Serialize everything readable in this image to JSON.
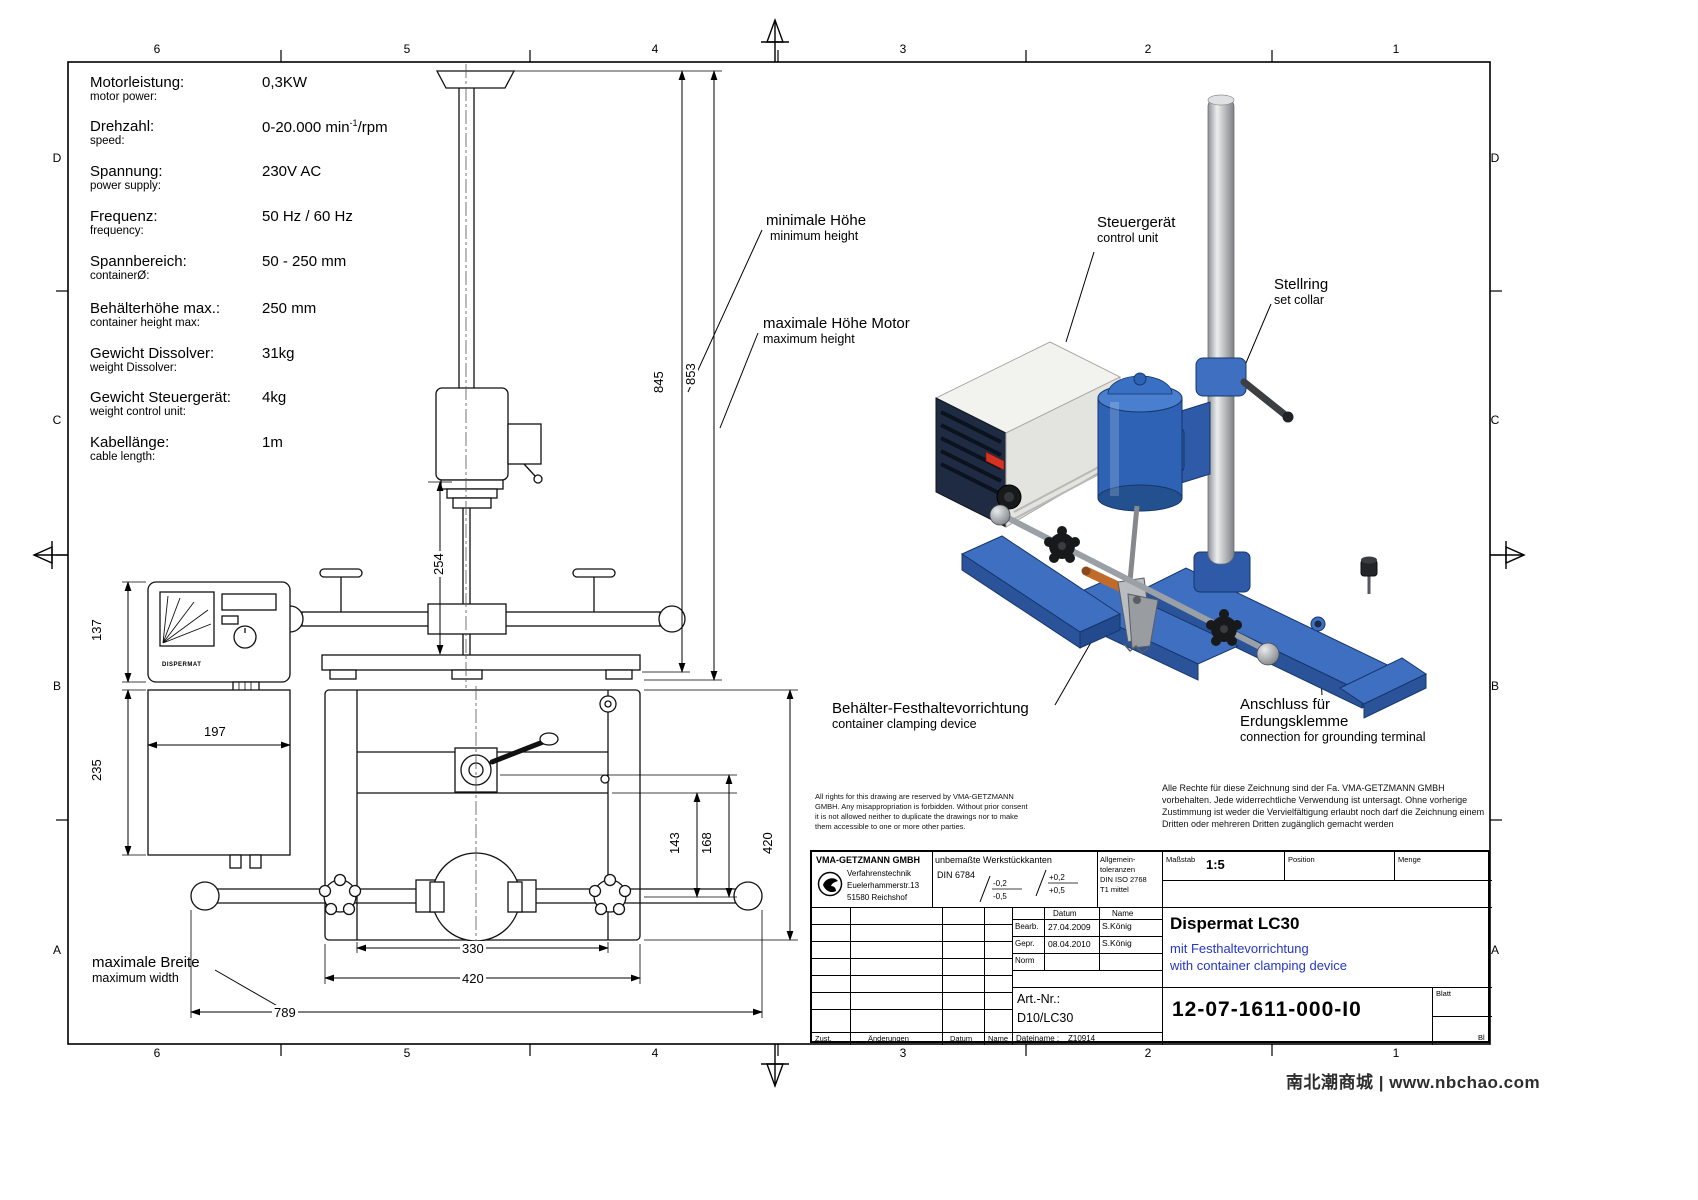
{
  "grid": {
    "cols": [
      "6",
      "5",
      "4",
      "3",
      "2",
      "1"
    ],
    "rows": [
      "D",
      "C",
      "B",
      "A"
    ]
  },
  "specs": {
    "rows": [
      {
        "de": "Motorleistung:",
        "en": "motor power:",
        "value": "0,3KW"
      },
      {
        "de": "Drehzahl:",
        "en": "speed:",
        "value": "0-20.000 min",
        "sup": "-1",
        "suffix": "/rpm"
      },
      {
        "de": "Spannung:",
        "en": "power supply:",
        "value": "230V AC"
      },
      {
        "de": "Frequenz:",
        "en": "frequency:",
        "value": "50 Hz / 60 Hz"
      },
      {
        "de": "Spannbereich:",
        "en": "containerØ:",
        "value": "50 - 250 mm"
      },
      {
        "de": "Behälterhöhe max.:",
        "en": "container height max:",
        "value": "250 mm"
      },
      {
        "de": "Gewicht Dissolver:",
        "en": "weight Dissolver:",
        "value": "31kg"
      },
      {
        "de": "Gewicht Steuergerät:",
        "en": "weight control unit:",
        "value": "4kg"
      },
      {
        "de": "Kabellänge:",
        "en": "cable length:",
        "value": "1m"
      }
    ]
  },
  "callouts": {
    "min_height_de": "minimale Höhe",
    "min_height_en": "minimum height",
    "max_height_de": "maximale Höhe Motor",
    "max_height_en": "maximum height",
    "control_unit_de": "Steuergerät",
    "control_unit_en": "control unit",
    "set_collar_de": "Stellring",
    "set_collar_en": "set collar",
    "clamp_de": "Behälter-Festhaltevorrichtung",
    "clamp_en": "container clamping device",
    "ground_de1": "Anschluss für",
    "ground_de2": "Erdungsklemme",
    "ground_en": "connection for grounding terminal",
    "max_width_de": "maximale Breite",
    "max_width_en": "maximum width"
  },
  "dims": {
    "h845": "845",
    "h853": "853",
    "v254": "254",
    "v137": "137",
    "v235": "235",
    "w197": "197",
    "v143": "143",
    "v168": "168",
    "v420": "420",
    "w330": "330",
    "w420": "420",
    "w789": "789"
  },
  "device_label": "DISPERMAT",
  "legal": {
    "en": "All rights for this drawing are reserved by VMA-GETZMANN GMBH. Any misappropriation is forbidden. Without prior consent it is not allowed neither to duplicate the drawings nor to make them accessible to one or more other parties.",
    "de": "Alle Rechte für diese Zeichnung sind der Fa. VMA-GETZMANN GMBH vorbehalten. Jede widerrechtliche Verwendung ist untersagt. Ohne vorherige Zustimmung ist weder die Vervielfältigung erlaubt noch darf die Zeichnung einem Dritten oder mehreren Dritten zugänglich gemacht werden"
  },
  "titleblock": {
    "company": {
      "name": "VMA-GETZMANN GMBH",
      "line2": "Verfahrenstechnik",
      "line3": "Euelerhammerstr.13",
      "line4": "51580 Reichshof"
    },
    "edges": {
      "header": "unbemaßte Werkstückkanten",
      "din": "DIN 6784",
      "tol_neg_top": "-0,2",
      "tol_neg_bot": "-0,5",
      "tol_pos_top": "+0,2",
      "tol_pos_bot": "+0,5"
    },
    "general_tol": {
      "l1": "Allgemein-",
      "l2": "toleranzen",
      "l3": "DIN ISO 2768",
      "l4": "T1 mittel"
    },
    "scale": {
      "label": "Maßstab",
      "value": "1:5"
    },
    "position_label": "Position",
    "menge_label": "Menge",
    "approval": {
      "col_datum": "Datum",
      "col_name": "Name",
      "rows": [
        {
          "label": "Bearb.",
          "datum": "27.04.2009",
          "name": "S.König"
        },
        {
          "label": "Gepr.",
          "datum": "08.04.2010",
          "name": "S.König"
        },
        {
          "label": "Norm",
          "datum": "",
          "name": ""
        }
      ]
    },
    "title": {
      "main": "Dispermat LC30",
      "sub1": "mit Festhaltevorrichtung",
      "sub2": "with container clamping device"
    },
    "artnr": {
      "label": "Art.-Nr.:",
      "value": "D10/LC30"
    },
    "drawing_number": "12-07-1611-000-I0",
    "blatt_label": "Blatt",
    "bl_label": "Bl",
    "revision": {
      "zust": "Zust.",
      "aenderungen": "Änderungen",
      "datum": "Datum",
      "name": "Name"
    },
    "file": {
      "label": "Dateiname :",
      "value": "Z10914"
    }
  },
  "watermark": "南北潮商城 | www.nbchao.com"
}
